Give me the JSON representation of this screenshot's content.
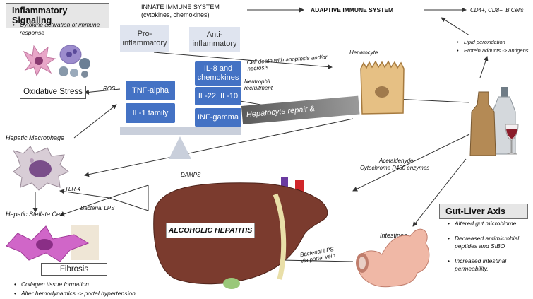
{
  "inflammatory_signaling": {
    "title": "Inflammatory Signaling",
    "bullet": "Cytokine activation of immune response"
  },
  "innate": {
    "line1": "INNATE IMMUNE SYSTEM",
    "line2": "(cytokines, chemokines)"
  },
  "adaptive": {
    "label": "ADAPTIVE IMMUNE SYSTEM",
    "cells": "CD4+, CD8+, B Cells",
    "bullets": [
      "Lipid peroxidation",
      "Protein adducts -> antigens"
    ]
  },
  "balance": {
    "pro": "Pro-inflammatory",
    "anti": "Anti-inflammatory",
    "pro_items": [
      "TNF-alpha",
      "IL-1 family"
    ],
    "anti_items": [
      "IL-8 and chemokines",
      "IL-22, IL-10",
      "INF-gamma"
    ]
  },
  "labels": {
    "cell_death": "Cell death with apoptosis and/or necrosis",
    "hepatocyte": "Hepatocyte",
    "neutrophil": "Neutrophil recruitment",
    "repair": "Hepatocyte repair & regeneration",
    "ros": "ROS",
    "oxidative_stress": "Oxidative Stress",
    "hepatic_macrophage": "Hepatic Macrophage",
    "tlr4": "TLR-4",
    "damps": "DAMPS",
    "acetaldehyde": "Acetaldehyde",
    "cyp": "Cytochrome P450 enzymes",
    "bacterial_lps": "Bacterial LPS",
    "stellate": "Hepatic Stellate Cell",
    "fibrosis": "Fibrosis",
    "alcoholic_hepatitis": "ALCOHOLIC HEPATITIS",
    "intestines": "Intestines",
    "lps_portal_1": "Bacterial LPS",
    "lps_portal_2": "via portal vein"
  },
  "fibrosis_bullets": [
    "Collagen tissue formation",
    "Alter hemodynamics -> portal hypertension"
  ],
  "gut_liver": {
    "title": "Gut-Liver Axis",
    "bullets": [
      "Altered gut microbiome",
      "Decreased antimicrobial peptides and SIBO",
      "Increased intestinal permeability."
    ]
  },
  "colors": {
    "blue": "#4472c4",
    "liver": "#7b3b2e",
    "pill": "#dfe4ef",
    "gray_header": "#e6e6e6"
  }
}
